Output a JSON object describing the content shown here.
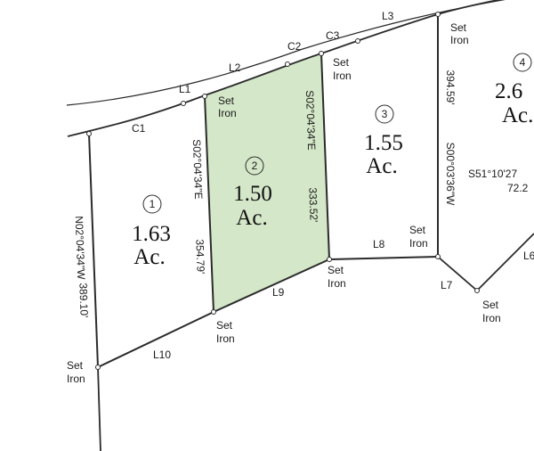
{
  "colors": {
    "line": "#2b2b2b",
    "highlight_fill": "#d4e7c8",
    "background": "#ffffff"
  },
  "lots": [
    {
      "number": "1",
      "acres": "1.63",
      "unit": "Ac.",
      "highlighted": false
    },
    {
      "number": "2",
      "acres": "1.50",
      "unit": "Ac.",
      "highlighted": true
    },
    {
      "number": "3",
      "acres": "1.55",
      "unit": "Ac.",
      "highlighted": false
    },
    {
      "number": "4",
      "acres": "2.6",
      "unit": "Ac.",
      "highlighted": false
    }
  ],
  "segment_labels": {
    "c1": "C1",
    "l1": "L1",
    "l2": "L2",
    "c2": "C2",
    "c3": "C3",
    "l3": "L3",
    "l7": "L7",
    "l8": "L8",
    "l9": "L9",
    "l10": "L10",
    "l6": "L6"
  },
  "bearings": {
    "lot1_west": "N02°04'34\"W",
    "lot1_west_dist": "389.10'",
    "lot1_east": "S02°04'34\"E",
    "lot1_east_dist": "354.79'",
    "lot2_east": "S02°04'34\"E",
    "lot2_east_dist": "333.52'",
    "lot3_east": "S00°03'36\"W",
    "lot3_east_dist": "394.59'",
    "lot4_line": "S51°10'27",
    "lot4_dist": "72.2"
  },
  "monument": {
    "line1": "Set",
    "line2": "Iron"
  }
}
